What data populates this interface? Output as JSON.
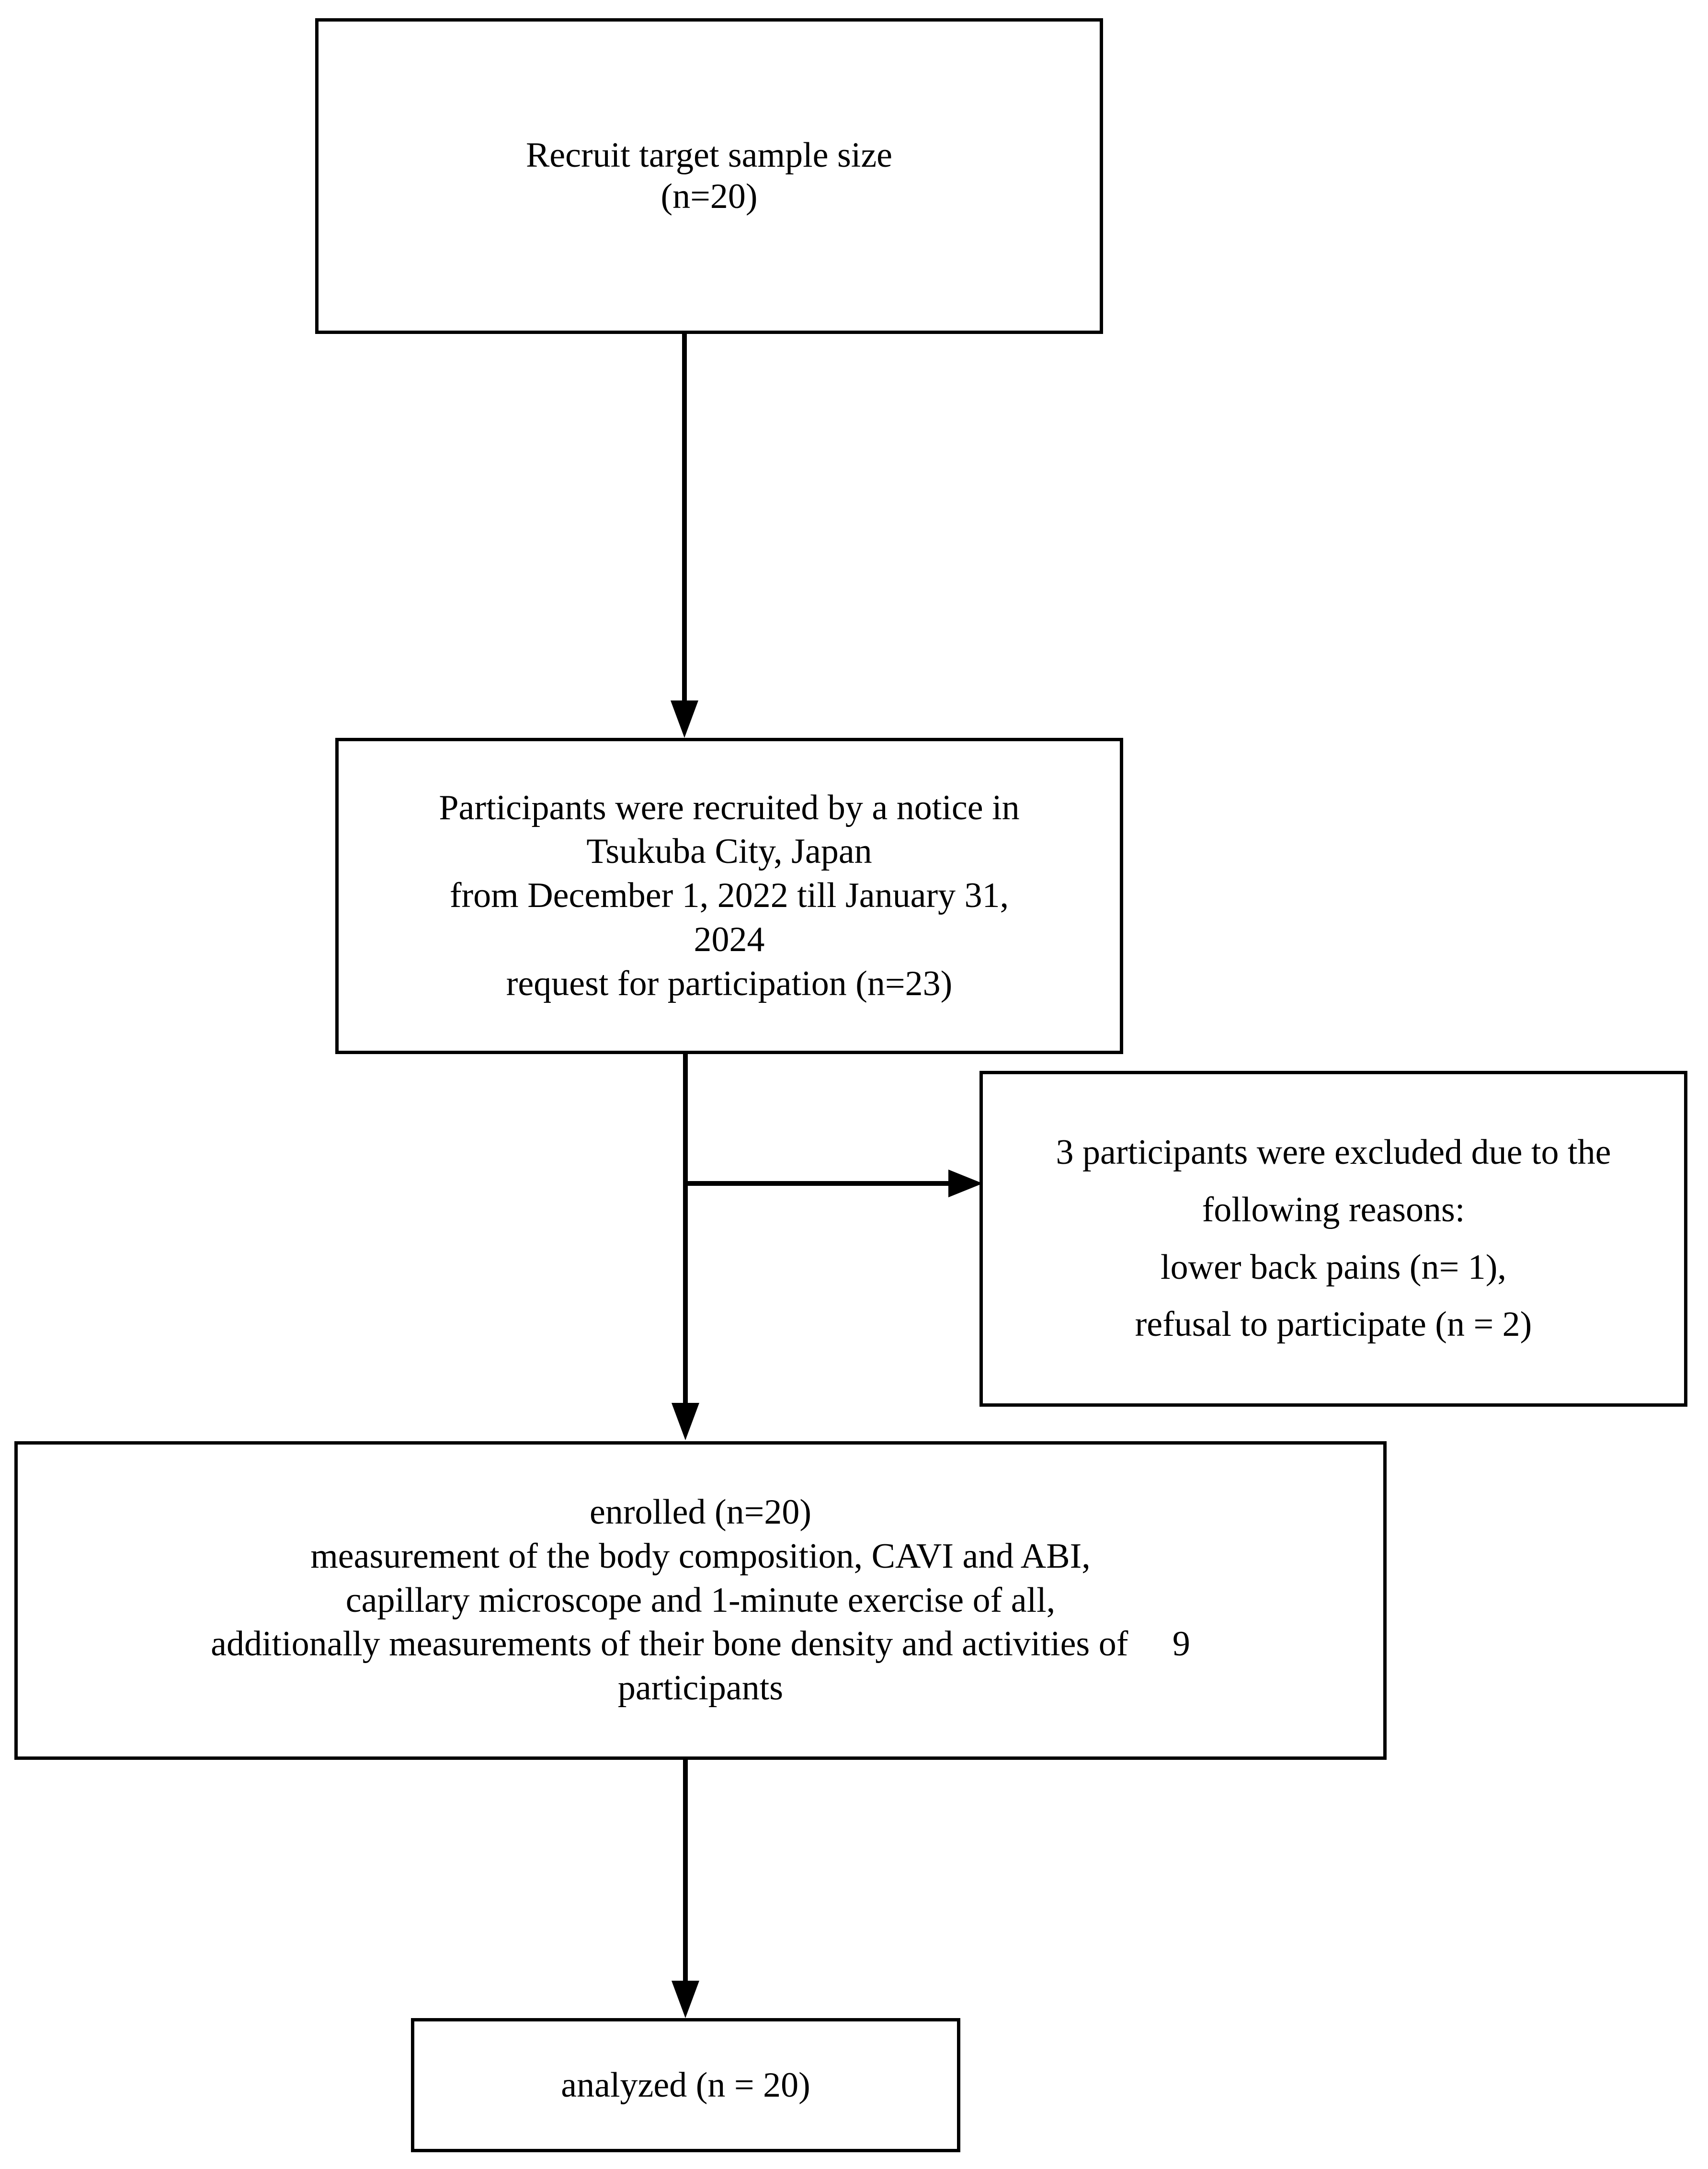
{
  "diagram": {
    "title": "Participant flow diagram",
    "stroke_color": "#000000",
    "background_color": "#ffffff",
    "nodes": {
      "recruit": {
        "label": "Recruit target sample size\n(n=20)"
      },
      "notice": {
        "label": "Participants were recruited by a notice in\nTsukuba City, Japan\nfrom December 1, 2022 till January 31,\n2024\nrequest for participation (n=23)"
      },
      "excluded": {
        "label": "3 participants were excluded due to the\nfollowing reasons:\nlower back pains (n= 1),\nrefusal to participate (n = 2)"
      },
      "enrolled": {
        "label": "enrolled (n=20)\nmeasurement of the body composition, CAVI and ABI,\ncapillary microscope and 1-minute exercise of all,\nadditionally measurements of their bone density and activities of  9\nparticipants"
      },
      "analyzed": {
        "label": "analyzed (n = 20)"
      }
    },
    "connectors": {
      "recruit_to_notice": "arrow-down",
      "notice_to_enrolled": "arrow-down",
      "notice_to_excluded": "arrow-right",
      "enrolled_to_analyzed": "arrow-down"
    }
  }
}
